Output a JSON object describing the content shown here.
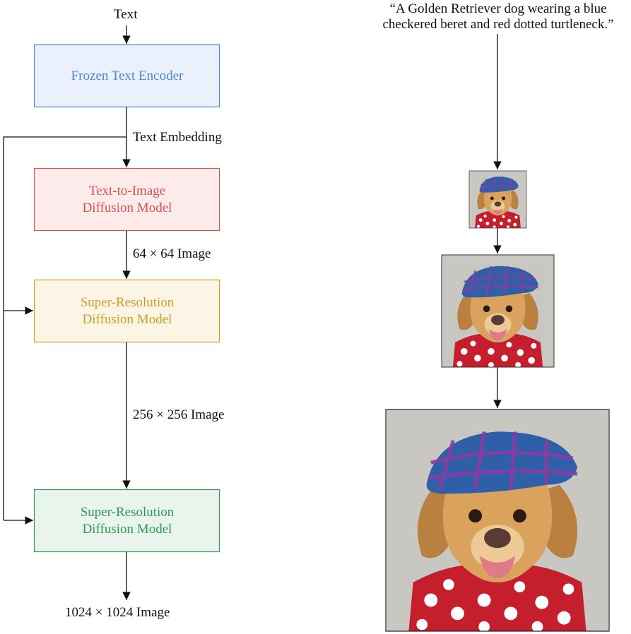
{
  "pipeline": {
    "input_label": "Text",
    "encoder": {
      "label": "Frozen Text Encoder",
      "color": "#4a86d9",
      "fill": "#eaf1fc"
    },
    "embedding_label": "Text Embedding",
    "base_model": {
      "line1": "Text-to-Image",
      "line2": "Diffusion Model",
      "color": "#d9534f",
      "fill": "#fcebea"
    },
    "image64_label": "64 × 64 Image",
    "sr1": {
      "line1": "Super-Resolution",
      "line2": "Diffusion Model",
      "color": "#c9a227",
      "fill": "#fcf4e4"
    },
    "image256_label": "256 × 256 Image",
    "sr2": {
      "line1": "Super-Resolution",
      "line2": "Diffusion Model",
      "color": "#2e9a5a",
      "fill": "#e9f5ec"
    },
    "output_label": "1024 × 1024 Image"
  },
  "example": {
    "prompt_line1": "“A Golden Retriever dog wearing a blue",
    "prompt_line2": "checkered beret and red dotted turtleneck.”",
    "images": [
      {
        "name": "dog-image-64"
      },
      {
        "name": "dog-image-256"
      },
      {
        "name": "dog-image-1024"
      }
    ]
  }
}
